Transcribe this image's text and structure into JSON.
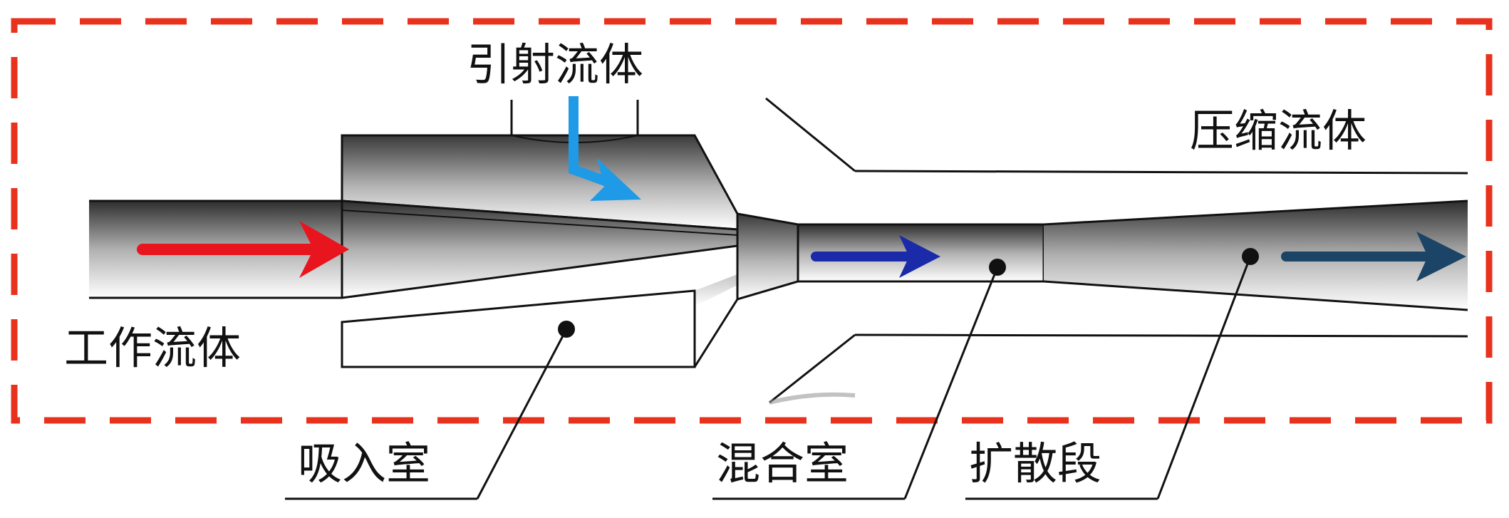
{
  "labels": {
    "motive_fluid": "工作流体",
    "entrained_fluid": "引射流体",
    "compressed_fluid": "压缩流体",
    "suction_chamber": "吸入室",
    "mixing_chamber": "混合室",
    "diffuser": "扩散段"
  },
  "colors": {
    "boundary_dashes": "#e8321e",
    "motive_arrow": "#e8141e",
    "entrained_arrow": "#1f9ae6",
    "mixing_arrow": "#1a2aa8",
    "outlet_arrow": "#1c4466",
    "outline": "#111111"
  }
}
